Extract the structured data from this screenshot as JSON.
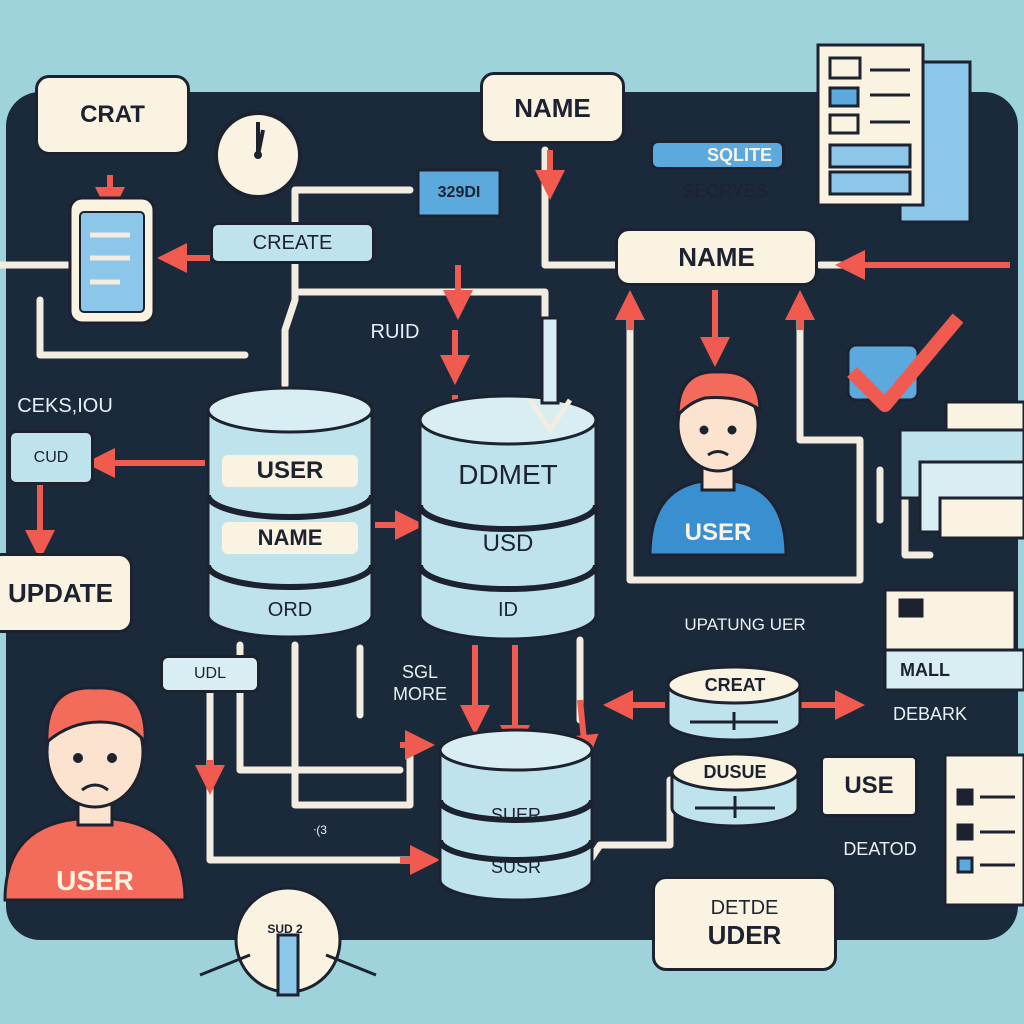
{
  "labels": {
    "crat_top": "CRAT",
    "name_top": "NAME",
    "sqlite_badge": "SQLITE",
    "secryes": "SECRYES",
    "badge_329": "329DI",
    "create": "CREATE",
    "name_mid": "NAME",
    "ruid": "RUID",
    "ceksiou": "CEKS,IOU",
    "cud": "CUD",
    "update": "UPDATE",
    "udl": "UDL",
    "sql_more": "SGL\nMORE",
    "upatung_uer": "UPATUNG UER",
    "mall": "MALL",
    "debark": "DEBARK",
    "use": "USE",
    "deatod": "DEATOD",
    "detde": "DETDE",
    "uder": "UDER",
    "small_mark": "ᐧ(3",
    "gear_text": "SUD 2"
  },
  "db_left": {
    "top": "USER",
    "mid": "NAME",
    "bottom": "ORD"
  },
  "db_mid": {
    "top": "DDMET",
    "mid": "USD",
    "bottom": "ID"
  },
  "db_low": {
    "top": "SUER",
    "bottom": "SUSR"
  },
  "disc_top": {
    "label": "CREAT"
  },
  "disc_bottom": {
    "label": "DUSUE"
  },
  "people": [
    {
      "label": "USER",
      "shirt": "#3a8fd0"
    },
    {
      "label": "USER",
      "shirt": "#f26b5b"
    }
  ],
  "colors": {
    "background": "#9fd3dc",
    "panel": "#1b2a3b",
    "arrow_red": "#f05a4f",
    "wire": "#f3ece0",
    "db_fill": "#bfe3ec",
    "cream": "#fbf3e2"
  },
  "icons": [
    "clock-icon",
    "phone-icon",
    "monitor-icon",
    "checkmark-icon",
    "notepad-icon",
    "mail-icon",
    "gear-icon",
    "document-icon"
  ]
}
